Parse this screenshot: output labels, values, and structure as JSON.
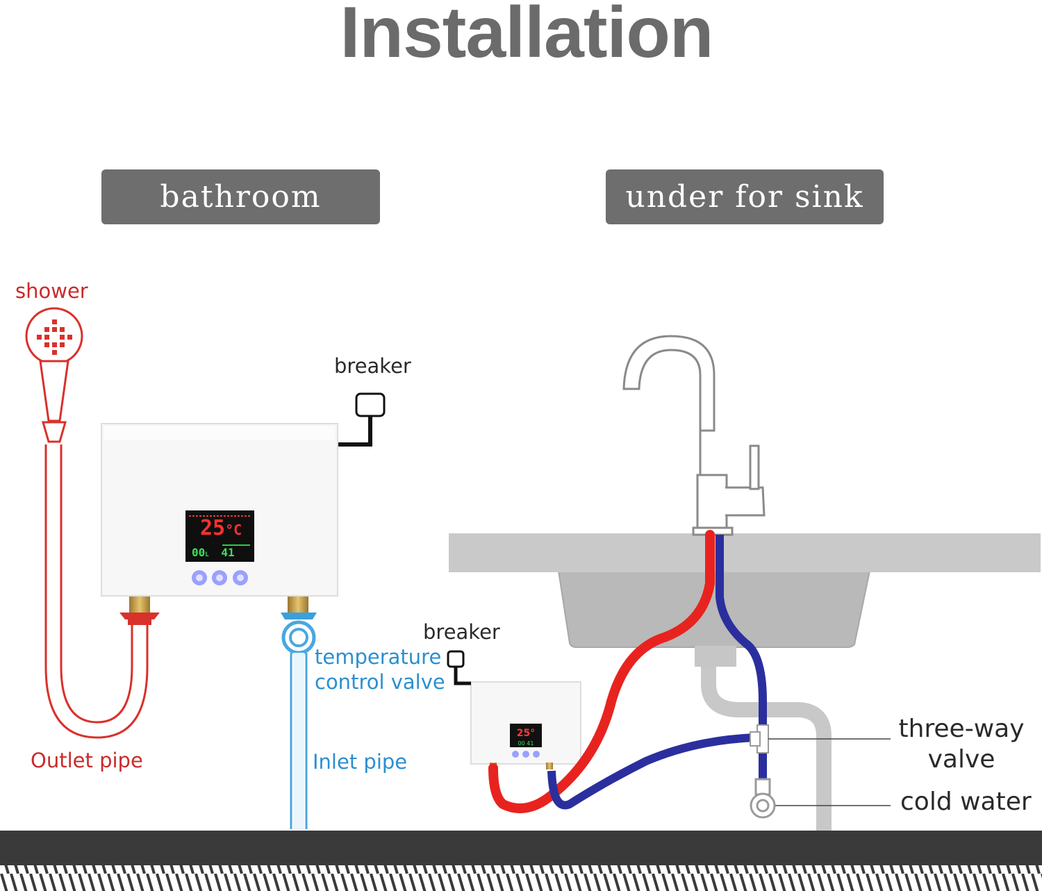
{
  "title": "Installation",
  "sections": {
    "left": "bathroom",
    "right": "under for sink"
  },
  "labels": {
    "shower": "shower",
    "outlet_pipe": "Outlet pipe",
    "inlet_pipe": "Inlet pipe",
    "breaker_left": "breaker",
    "breaker_right": "breaker",
    "temperature_control_valve_line1": "temperature",
    "temperature_control_valve_line2": "control valve",
    "three_way_valve_line1": "three-way",
    "three_way_valve_line2": "valve",
    "cold_water": "cold water"
  },
  "display": {
    "temperature": "25",
    "unit": "°C",
    "flow": "00",
    "flow_unit": "L",
    "setting": "41"
  },
  "colors": {
    "hot": "#e8231f",
    "cold": "#2b2f9e",
    "shower_red": "#d9312b",
    "inlet_blue": "#4aa7e0",
    "title_gray": "#6b6b6b",
    "pill_gray": "#6e6e6e",
    "floor": "#3a3a3a"
  }
}
